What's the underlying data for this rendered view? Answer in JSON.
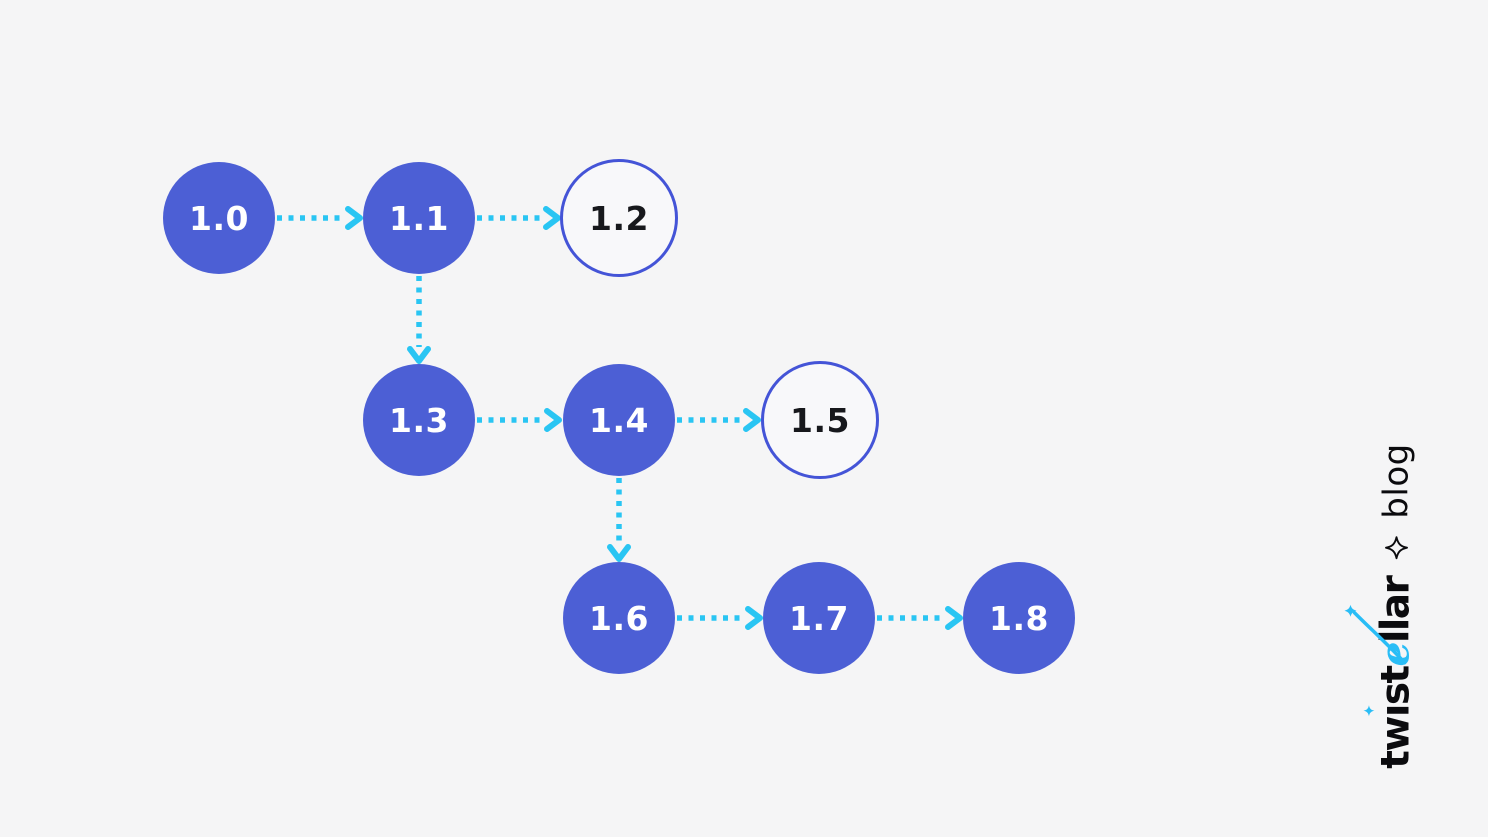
{
  "theme": {
    "background": "#F5F5F6",
    "node_fill": "#4C5FD5",
    "node_outline": "#4454D7",
    "arrow": "#29C5F3",
    "node_text_filled": "#FFFFFF",
    "node_text_outlined": "#17181C",
    "logo_text": "#0B0B0E",
    "logo_accent": "#29BDF6"
  },
  "nodes": [
    {
      "label": "1.0",
      "style": "filled"
    },
    {
      "label": "1.1",
      "style": "filled"
    },
    {
      "label": "1.2",
      "style": "outlined"
    },
    {
      "label": "1.3",
      "style": "filled"
    },
    {
      "label": "1.4",
      "style": "filled"
    },
    {
      "label": "1.5",
      "style": "outlined"
    },
    {
      "label": "1.6",
      "style": "filled"
    },
    {
      "label": "1.7",
      "style": "filled"
    },
    {
      "label": "1.8",
      "style": "filled"
    }
  ],
  "edges": [
    {
      "from": "1.0",
      "to": "1.1",
      "direction": "right"
    },
    {
      "from": "1.1",
      "to": "1.2",
      "direction": "right"
    },
    {
      "from": "1.1",
      "to": "1.3",
      "direction": "down"
    },
    {
      "from": "1.3",
      "to": "1.4",
      "direction": "right"
    },
    {
      "from": "1.4",
      "to": "1.5",
      "direction": "right"
    },
    {
      "from": "1.4",
      "to": "1.6",
      "direction": "down"
    },
    {
      "from": "1.6",
      "to": "1.7",
      "direction": "right"
    },
    {
      "from": "1.7",
      "to": "1.8",
      "direction": "right"
    }
  ],
  "logo": {
    "brand_text": "twistellar",
    "part1": "tw",
    "part_i": "ı",
    "part2": "st",
    "part_e": "e",
    "part3": "llar",
    "suffix": "blog"
  }
}
